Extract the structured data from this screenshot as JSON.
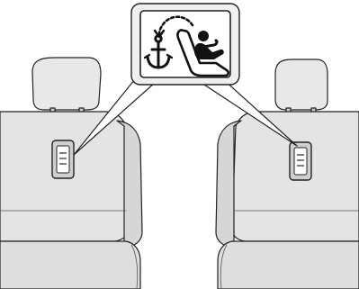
{
  "figure": {
    "description_visible_text": "",
    "callout": {
      "icon": "child-seat-top-tether-anchor-symbol",
      "glyphs": [
        "anchor-icon",
        "child-seat-icon",
        "dotted-arc-arrow-icon"
      ]
    },
    "seats": [
      {
        "side": "left",
        "anchor": "tether-anchor-cover"
      },
      {
        "side": "right",
        "anchor": "tether-anchor-cover"
      }
    ],
    "colors": {
      "seat_fill": "#e6e6e6",
      "seat_shade": "#d2d2d2",
      "outline": "#222222",
      "callout_fill": "#efefef",
      "background": "#ffffff"
    }
  }
}
